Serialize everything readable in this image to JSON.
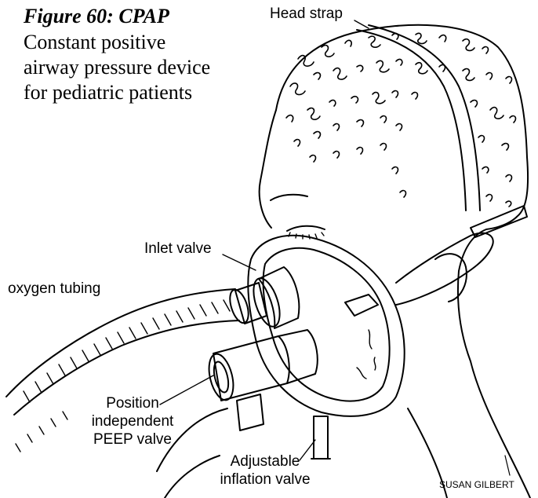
{
  "figure": {
    "title": "Figure 60: CPAP",
    "caption_lines": [
      "Constant positive",
      "airway pressure device",
      "for pediatric patients"
    ]
  },
  "labels": {
    "head_strap": "Head strap",
    "inlet_valve": "Inlet valve",
    "oxygen_tubing": "oxygen tubing",
    "peep_valve_lines": [
      "Position",
      "independent",
      "PEEP valve"
    ],
    "inflation_valve_lines": [
      "Adjustable",
      "inflation valve"
    ]
  },
  "credit": "SUSAN GILBERT",
  "colors": {
    "ink": "#000000",
    "paper": "#ffffff"
  }
}
